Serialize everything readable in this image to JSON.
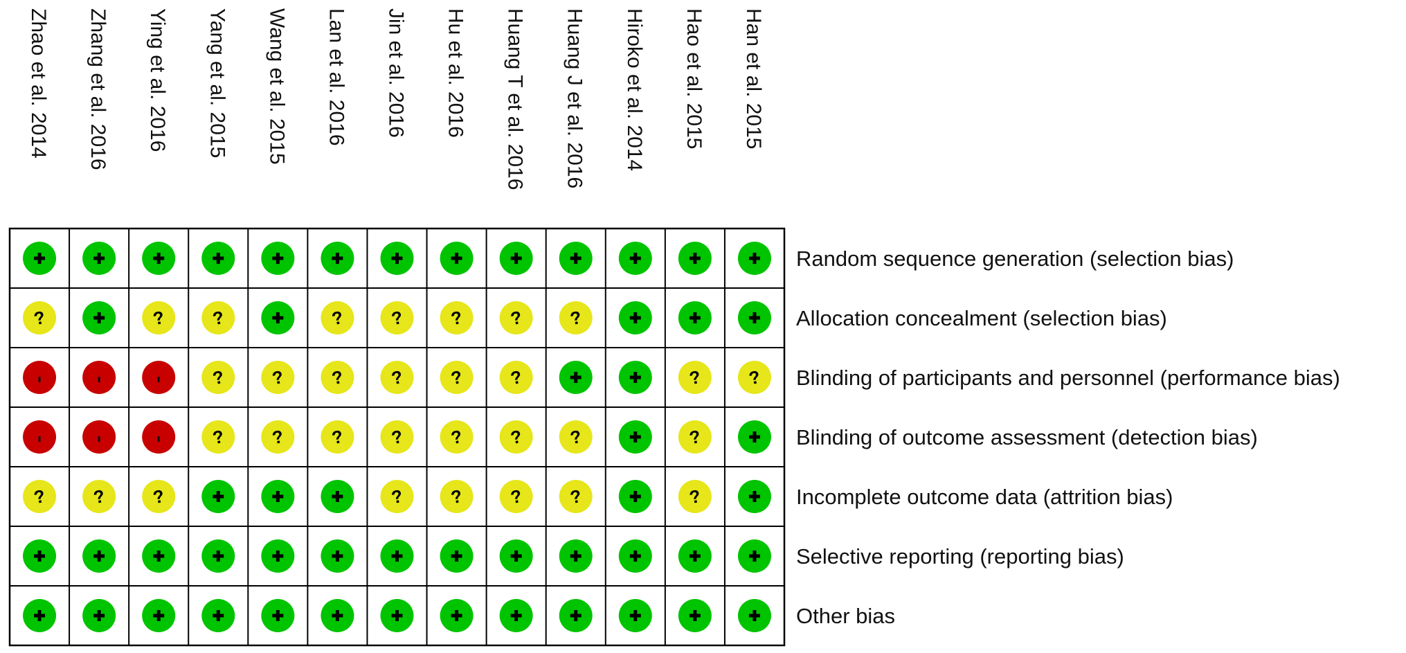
{
  "chart_data": {
    "type": "table",
    "studies": [
      "Zhao et al. 2014",
      "Zhang et al. 2016",
      "Ying et al. 2016",
      "Yang et al. 2015",
      "Wang et al. 2015",
      "Lan et al. 2016",
      "Jin et al. 2016",
      "Hu et al. 2016",
      "Huang T et al. 2016",
      "Huang J et al. 2016",
      "Hiroko et al. 2014",
      "Hao et al. 2015",
      "Han et al. 2015"
    ],
    "domains": [
      "Random sequence generation (selection bias)",
      "Allocation concealment (selection bias)",
      "Blinding of participants and personnel (performance bias)",
      "Blinding of outcome assessment (detection bias)",
      "Incomplete outcome data (attrition bias)",
      "Selective reporting (reporting bias)",
      "Other bias"
    ],
    "judgements": [
      [
        "+",
        "+",
        "+",
        "+",
        "+",
        "+",
        "+",
        "+",
        "+",
        "+",
        "+",
        "+",
        "+"
      ],
      [
        "?",
        "+",
        "?",
        "?",
        "+",
        "?",
        "?",
        "?",
        "?",
        "?",
        "+",
        "+",
        "+"
      ],
      [
        "-",
        "-",
        "-",
        "?",
        "?",
        "?",
        "?",
        "?",
        "?",
        "+",
        "+",
        "?",
        "?"
      ],
      [
        "-",
        "-",
        "-",
        "?",
        "?",
        "?",
        "?",
        "?",
        "?",
        "?",
        "+",
        "?",
        "+"
      ],
      [
        "?",
        "?",
        "?",
        "+",
        "+",
        "+",
        "?",
        "?",
        "?",
        "?",
        "+",
        "?",
        "+"
      ],
      [
        "+",
        "+",
        "+",
        "+",
        "+",
        "+",
        "+",
        "+",
        "+",
        "+",
        "+",
        "+",
        "+"
      ],
      [
        "+",
        "+",
        "+",
        "+",
        "+",
        "+",
        "+",
        "+",
        "+",
        "+",
        "+",
        "+",
        "+"
      ]
    ],
    "judgement_styles": {
      "+": {
        "meaning": "low-risk",
        "color": "#00c400"
      },
      "?": {
        "meaning": "unclear-risk",
        "color": "#e6e61a"
      },
      "-": {
        "meaning": "high-risk",
        "color": "#c80000"
      }
    },
    "grid": true
  }
}
